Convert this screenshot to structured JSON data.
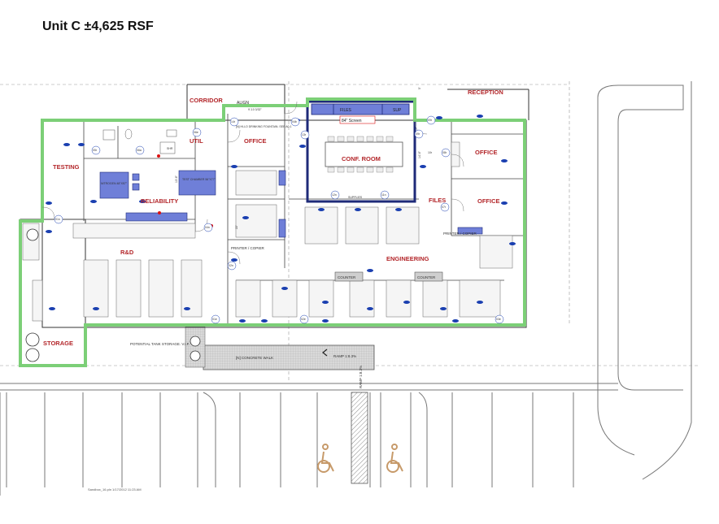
{
  "title": "Unit C ±4,625 RSF",
  "footer": "Sandbox_16.pln 1/17/2012 11:23 AM",
  "colors": {
    "boundary": "#7ccf77",
    "room_label": "#b3262a",
    "wall": "#1e2a78",
    "furniture": "#6f7fd8",
    "hatch": "#9a9a9a"
  },
  "rooms": {
    "corridor": "CORRIDOR",
    "reception": "RECEPTION",
    "office_center": "OFFICE",
    "util": "UTIL",
    "testing": "TESTING",
    "reliability": "RELIABILITY",
    "conf_room": "CONF. ROOM",
    "office_right_top": "OFFICE",
    "office_right_bottom": "OFFICE",
    "files": "FILES",
    "engineering": "ENGINEERING",
    "rnd": "R&D",
    "storage": "STORAGE"
  },
  "labels": {
    "align": "ALIGN",
    "align_dim": "9'-10 3/32\"",
    "drinking_fountain": "[N] HI-LO DRINKING FOUNTAIN. SEE A0.1",
    "files_top": "FILES",
    "sup": "SUP",
    "screen": "84\" Screen",
    "supplies": "SUPPLIES",
    "nitrogen": "NITROGEN 48\"X57\"",
    "test_chamber": "TEST CHAMBER 56\"X77\"",
    "printer_left": "PRINTER / COPIER",
    "printer_right": "PRINTER / COPIER",
    "counter_1": "COUNTER",
    "counter_2": "COUNTER",
    "tank_storage": "POTENTIAL TANK STORAGE. V.I.F.",
    "concrete_walk": "[N] CONCRETE WALK",
    "ramp_h": "RAMP 1:8.3%",
    "ramp_v": "RAMP 1:8.3%",
    "shr": "SHR",
    "dim_13_6": "13'-6\"",
    "dim_14_6": "14'-6\"",
    "dim_22": "22'",
    "dim_5": "5'"
  },
  "tags": [
    "06a",
    "05r",
    "06e",
    "04b",
    "09r",
    "14r",
    "13r",
    "09r",
    "10r",
    "08r",
    "07r",
    "12n",
    "11n",
    "04n",
    "02n",
    "01n",
    "02e",
    "03e",
    "01e"
  ]
}
